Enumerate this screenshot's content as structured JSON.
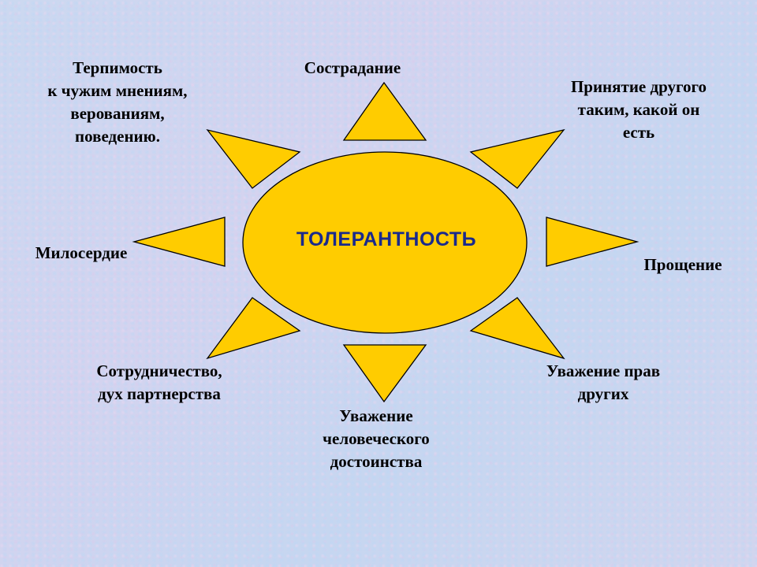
{
  "diagram": {
    "center": "ТОЛЕРАНТНОСТЬ",
    "rays": [
      {
        "id": "top",
        "text": "Сострадание"
      },
      {
        "id": "top-right",
        "text": "Принятие другого\nтаким, какой он\nесть"
      },
      {
        "id": "right",
        "text": "Прощение"
      },
      {
        "id": "bottom-right",
        "text": "Уважение прав\nдругих"
      },
      {
        "id": "bottom",
        "text": "Уважение\nчеловеческого\nдостоинства"
      },
      {
        "id": "bottom-left",
        "text": "Сотрудничество,\nдух партнерства"
      },
      {
        "id": "left",
        "text": "Милосердие"
      },
      {
        "id": "top-left",
        "text": "Терпимость\nк чужим мнениям,\nверованиям,\nповедению."
      }
    ],
    "colors": {
      "sun": "#ffcc00",
      "center_text": "#1a2a8c",
      "background": "#c9d6ee"
    }
  }
}
